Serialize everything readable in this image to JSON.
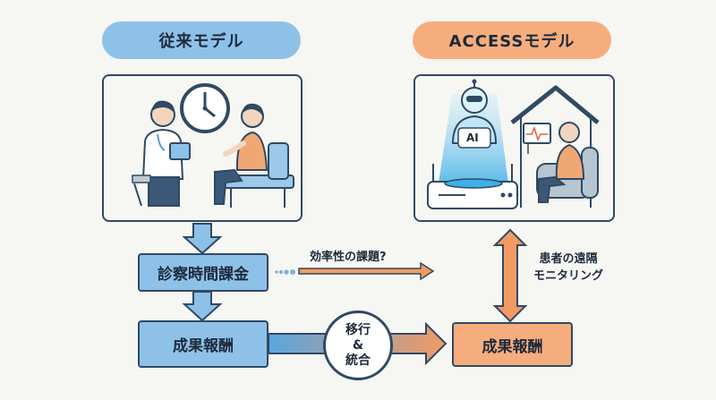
{
  "left_model": {
    "title": "従来モデル",
    "box1": "診察時間課金",
    "box2": "成果報酬"
  },
  "right_model": {
    "title": "ACCESSモデル",
    "box": "成果報酬",
    "ai_label": "AI"
  },
  "annotations": {
    "efficiency": "効率性の課題?",
    "remote_line1": "患者の遠隔",
    "remote_line2": "モニタリング"
  },
  "transition": {
    "line1": "移行",
    "line2": "&",
    "line3": "統合"
  },
  "colors": {
    "blue": "#8ec1e8",
    "orange": "#f5ad7d",
    "outline": "#2f4a63"
  }
}
